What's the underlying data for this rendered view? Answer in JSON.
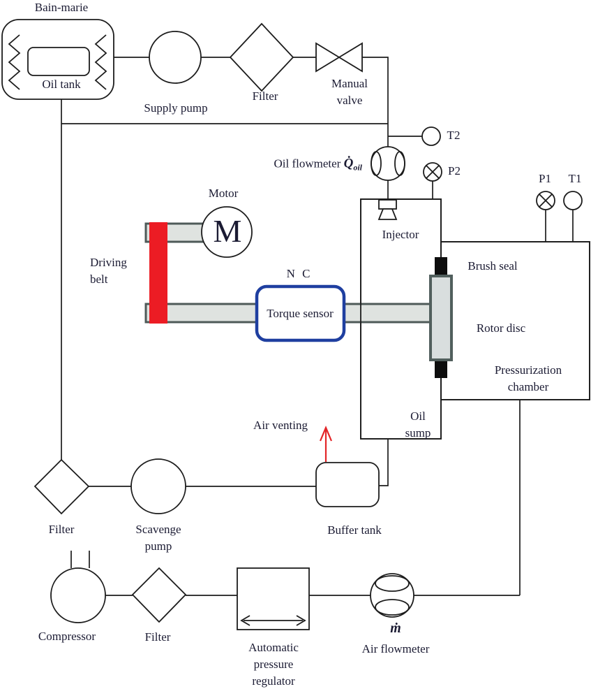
{
  "figure": {
    "type": "schematic-diagram",
    "subject": "Brush seal test rig oil and air supply system"
  },
  "colors": {
    "line": "#1c1c1c",
    "text": "#1b1b33",
    "belt_red": "#ec1c24",
    "arrow_red": "#e32528",
    "torque_sensor_border": "#1f3fa0",
    "shaft_fill": "#dfe3e0",
    "shaft_border": "#4e5a58",
    "rotor_fill": "#d9dede",
    "rotor_border": "#515f5d",
    "seal_black": "#0d0d0d",
    "background": "#ffffff"
  },
  "labels": {
    "bain_marie": "Bain-marie",
    "oil_tank": "Oil tank",
    "supply_pump": "Supply pump",
    "filter_top": "Filter",
    "manual_valve": "Manual\nvalve",
    "oil_flowmeter": "Oil flowmeter ",
    "q_dot": "Q̇",
    "q_sub": "oil",
    "t2": "T2",
    "p2": "P2",
    "p1": "P1",
    "t1": "T1",
    "motor": "Motor",
    "motor_letter": "M",
    "driving_belt": "Driving\nbelt",
    "nc": "N C",
    "torque_sensor": "Torque sensor",
    "injector": "Injector",
    "brush_seal": "Brush seal",
    "rotor_disc": "Rotor disc",
    "pressurization_chamber": "Pressurization\nchamber",
    "oil_sump": "Oil\nsump",
    "air_venting": "Air venting",
    "buffer_tank": "Buffer tank",
    "filter_left": "Filter",
    "scavenge_pump": "Scavenge\npump",
    "compressor": "Compressor",
    "filter_bottom": "Filter",
    "pressure_regulator": "Automatic\npressure\nregulator",
    "m_dot": "ṁ",
    "air_flowmeter": "Air flowmeter"
  }
}
